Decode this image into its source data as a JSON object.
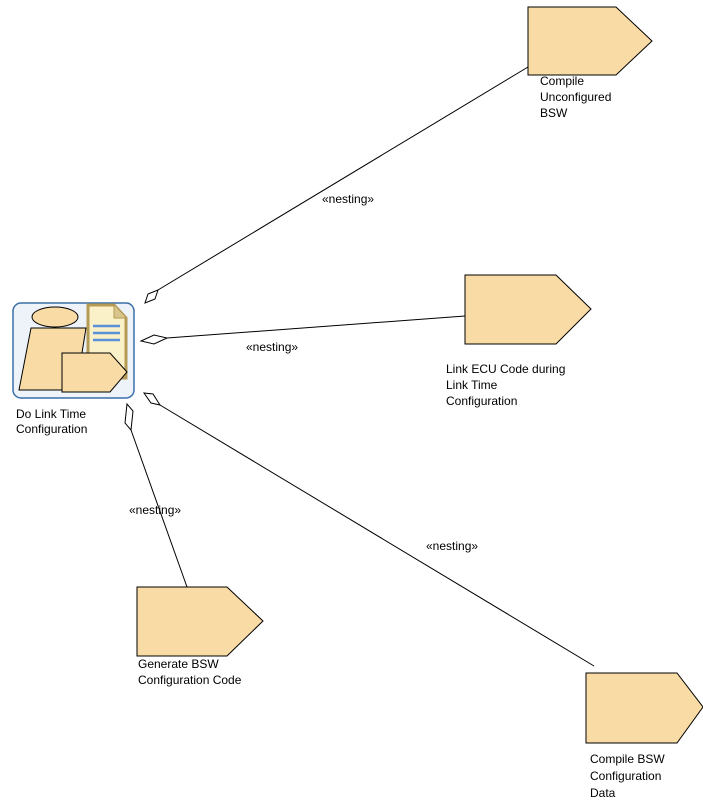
{
  "diagram": {
    "main_task": {
      "label_lines": [
        "Do Link Time",
        "Configuration"
      ],
      "icon": "composite-task-icon"
    },
    "tasks": [
      {
        "id": "compile-unconfigured-bsw",
        "label_lines": [
          "Compile",
          "Unconfigured",
          "BSW"
        ]
      },
      {
        "id": "link-ecu-code",
        "label_lines": [
          "Link ECU Code during",
          "Link Time",
          "Configuration"
        ]
      },
      {
        "id": "generate-bsw-config-code",
        "label_lines": [
          "Generate BSW",
          "Configuration Code"
        ]
      },
      {
        "id": "compile-bsw-config-data",
        "label_lines": [
          "Compile BSW",
          "Configuration",
          "Data"
        ]
      }
    ],
    "relations": [
      {
        "target": "compile-unconfigured-bsw",
        "stereotype": "«nesting»"
      },
      {
        "target": "link-ecu-code",
        "stereotype": "«nesting»"
      },
      {
        "target": "generate-bsw-config-code",
        "stereotype": "«nesting»"
      },
      {
        "target": "compile-bsw-config-data",
        "stereotype": "«nesting»"
      }
    ],
    "colors": {
      "task_fill": "#f9dba6",
      "main_border": "#3b6ea8",
      "main_bg": "#eef3fa",
      "document_fill": "#fbf1c8",
      "document_fold": "#b49a55",
      "document_lines": "#5b8fd6"
    }
  }
}
